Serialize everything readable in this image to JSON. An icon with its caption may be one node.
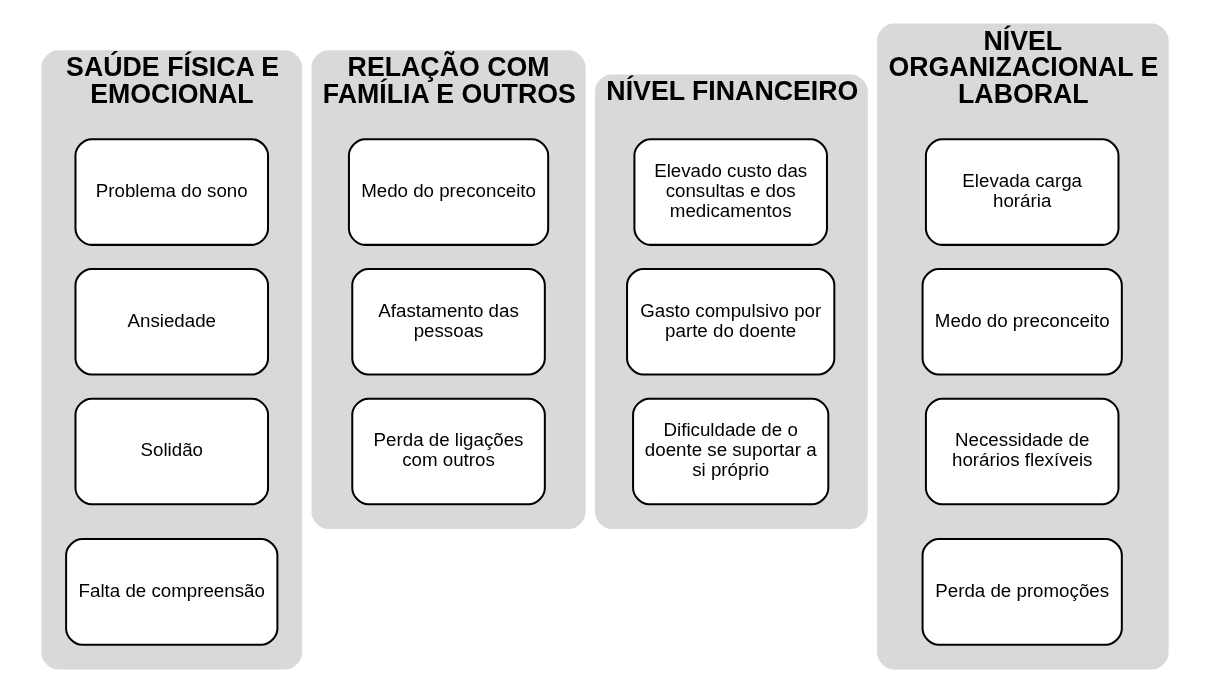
{
  "diagram": {
    "nodes": [
      {
        "text": [
          "SAÚDE FÍSICA E EMOCIONAL"
        ]
      },
      {
        "text": [
          "Problema do sono"
        ],
        "in": 0
      },
      {
        "text": [
          "Ansiedade"
        ],
        "in": 0
      },
      {
        "text": [
          "Solidão"
        ],
        "in": 0
      },
      {
        "text": [
          "Falta de compreensão"
        ],
        "in": 0
      },
      {
        "text": [
          "RELAÇÃO COM FAMÍLIA E OUTROS"
        ]
      },
      {
        "text": [
          "Medo do preconceito"
        ],
        "in": 5
      },
      {
        "text": [
          "Afastamento das pessoas"
        ],
        "in": 5
      },
      {
        "text": [
          "Perda de ligações com outros"
        ],
        "in": 5
      },
      {
        "text": [
          "NÍVEL FINANCEIRO"
        ]
      },
      {
        "text": [
          "Elevado custo das consultas e dos medicamentos"
        ],
        "in": 9
      },
      {
        "text": [
          "Gasto compulsivo por parte do doente"
        ],
        "in": 9
      },
      {
        "text": [
          "Dificuldade de o doente se suportar a si próprio"
        ],
        "in": 9
      },
      {
        "text": [
          "NÍVEL ORGANIZACIONAL E LABORAL"
        ]
      },
      {
        "text": [
          "Elevada carga horária"
        ],
        "in": 13
      },
      {
        "text": [
          "Medo do preconceito"
        ],
        "in": 13
      },
      {
        "text": [
          "Necessidade de horários flexíveis"
        ],
        "in": 13
      },
      {
        "text": [
          "Perda de promoções"
        ],
        "in": 13
      }
    ],
    "edges": []
  }
}
